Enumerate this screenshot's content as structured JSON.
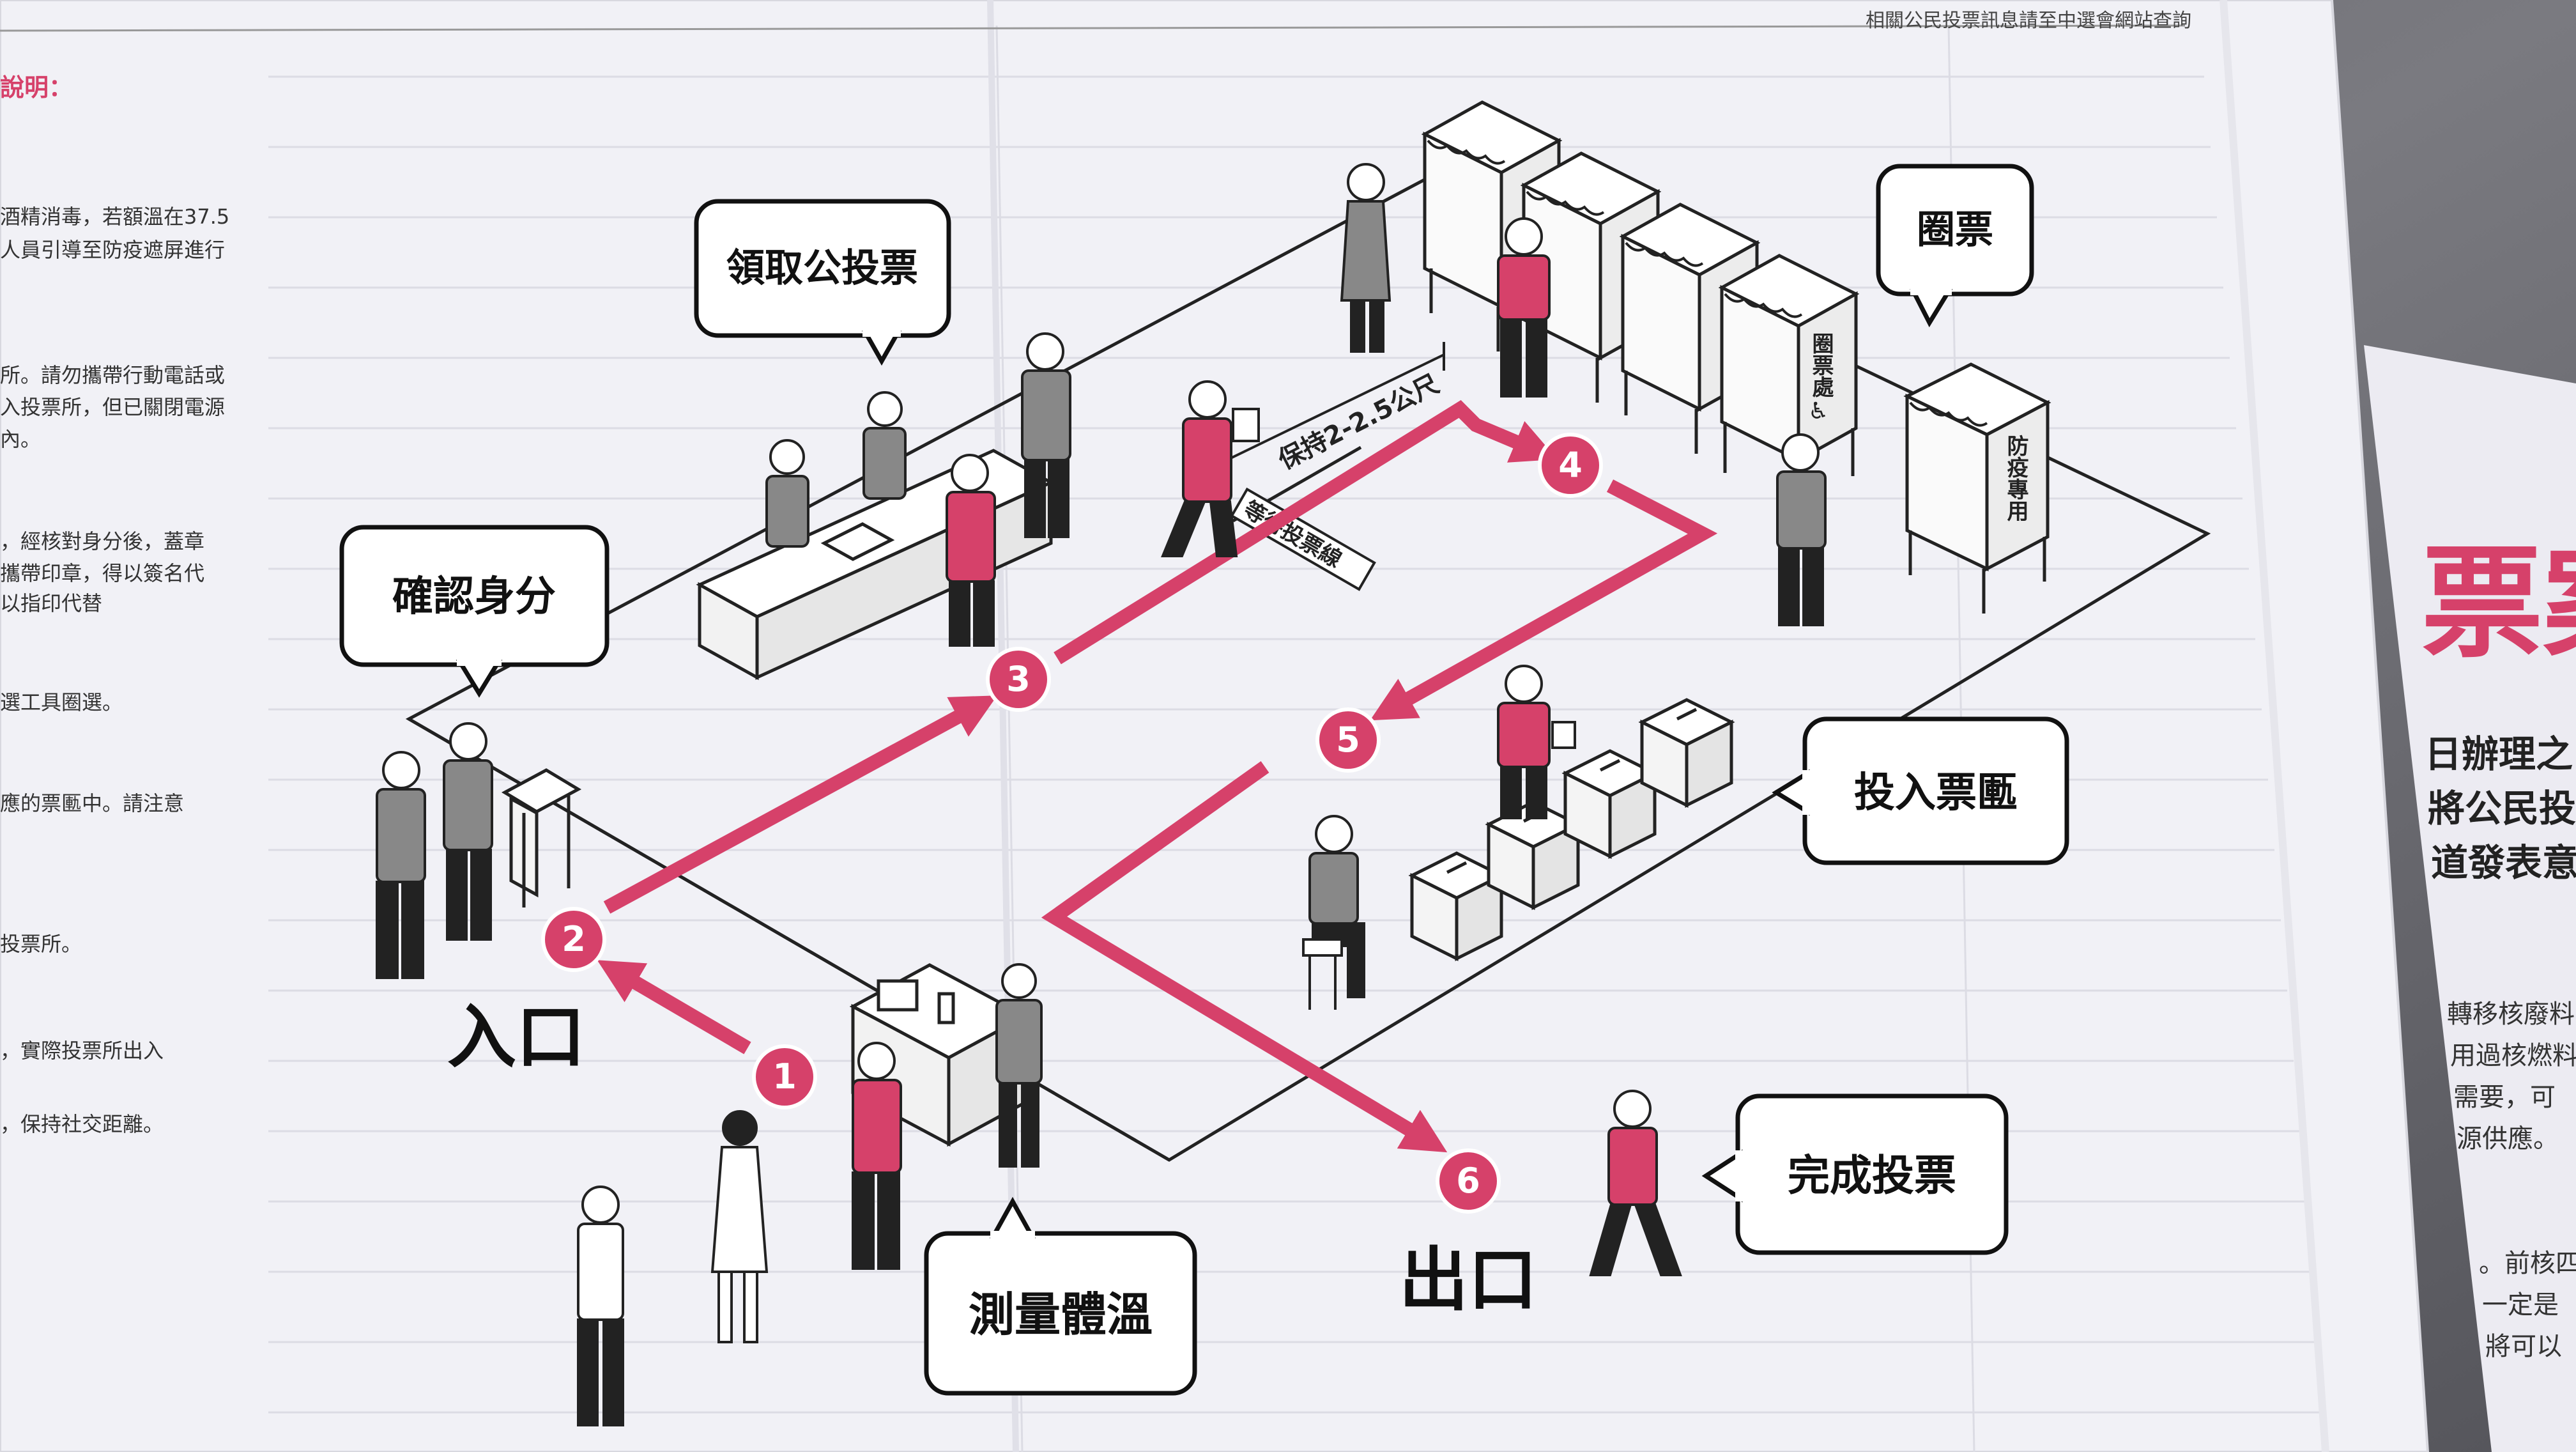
{
  "header_note": "相關公民投票訊息請至中選會網站查詢",
  "left_column": {
    "heading": "說明：",
    "lines": [
      "酒精消毒，若額溫在37.5",
      "人員引導至防疫遮屏進行",
      "所。請勿攜帶行動電話或",
      "入投票所，但已關閉電源",
      "內。",
      "，經核對身分後，蓋章",
      "攜帶印章，得以簽名代",
      "以指印代替",
      "選工具圈選。",
      "應的票匭中。請注意",
      "投票所。",
      "，實際投票所出入",
      "，保持社交距離。"
    ]
  },
  "right_sheet": {
    "big_text": "票案",
    "lines": [
      "日辦理之",
      "將公民投",
      "道發表意"
    ],
    "lines2": [
      "轉移核廢料",
      "用過核燃料",
      "需要，可",
      "源供應。"
    ],
    "lines3": [
      "。前核四",
      "一定是",
      "將可以"
    ]
  },
  "callouts": {
    "measure_temp": "測量體溫",
    "confirm_id": "確認身分",
    "get_ballot": "領取公投票",
    "mark_ballot": "圈票",
    "cast_ballot": "投入票匭",
    "finish_voting": "完成投票"
  },
  "labels": {
    "entrance": "入口",
    "exit": "出口",
    "keep_distance": "保持2-2.5公尺",
    "waiting_line": "等待投票線",
    "voting_booth": "圈票處",
    "epidemic_booth": "防疫專用"
  },
  "steps": [
    "1",
    "2",
    "3",
    "4",
    "5",
    "6"
  ],
  "colors": {
    "accent": "#d6416a",
    "paper": "#f1f1f6",
    "ink": "#111111"
  }
}
